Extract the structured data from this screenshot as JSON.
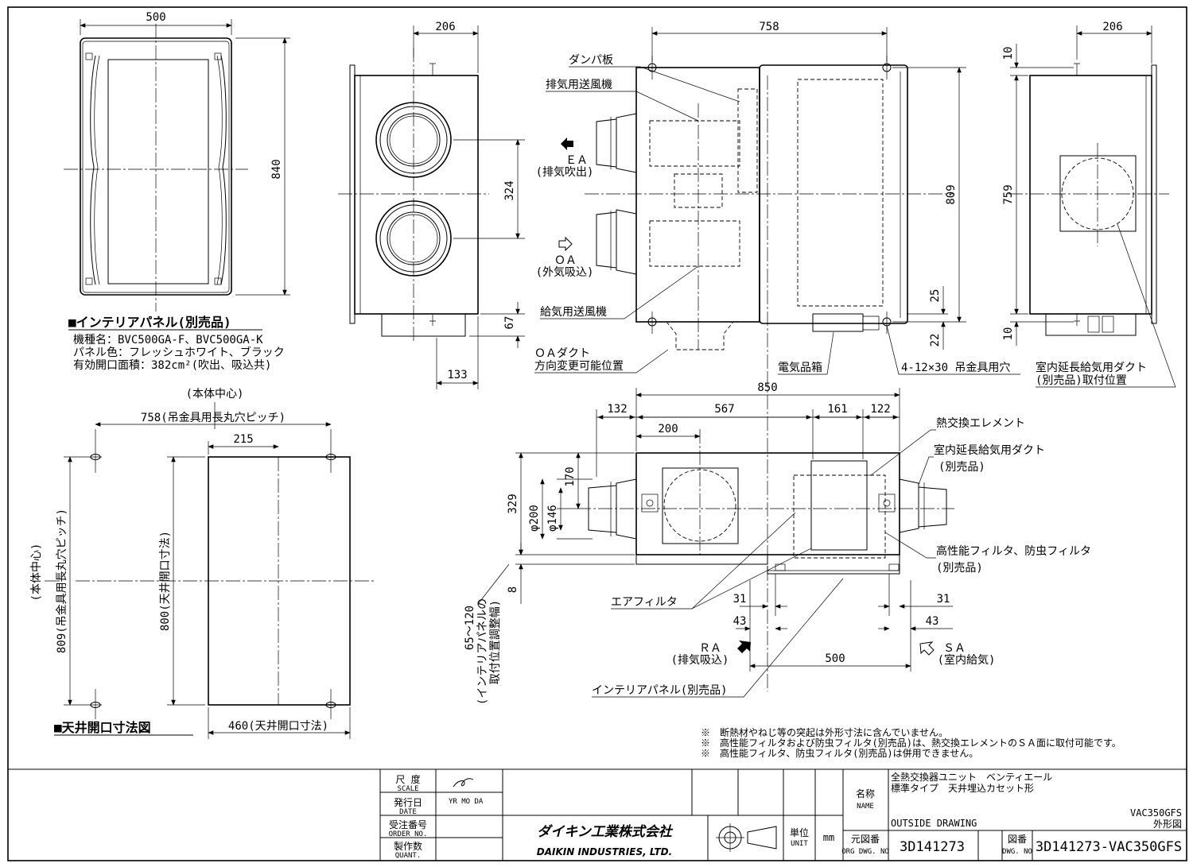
{
  "dims": {
    "top_500": "500",
    "top_840": "840",
    "front_206": "206",
    "front_324": "324",
    "front_67": "67",
    "front_133": "133",
    "plan_758": "758",
    "plan_809": "809",
    "plan_25": "25",
    "plan_22": "22",
    "side_206": "206",
    "side_10a": "10",
    "side_759": "759",
    "side_10b": "10",
    "bot_850": "850",
    "bot_132": "132",
    "bot_567": "567",
    "bot_161": "161",
    "bot_122": "122",
    "bot_200": "200",
    "bot_170": "170",
    "bot_329": "329",
    "bot_d200": "φ200",
    "bot_d146": "φ146",
    "bot_8": "8",
    "bot_31a": "31",
    "bot_43a": "43",
    "bot_31b": "31",
    "bot_43b": "43",
    "bot_500": "500",
    "bot_65_120": "65～120",
    "ceil_center_top": "(本体中心)",
    "ceil_758": "758(吊金具用長丸穴ピッチ)",
    "ceil_215": "215",
    "ceil_center_left": "(本体中心)",
    "ceil_809": "809(吊金具用長丸穴ピッチ)",
    "ceil_800": "800(天井開口寸法)",
    "ceil_460": "460(天井開口寸法)"
  },
  "labels": {
    "damper": "ダンパ板",
    "exhaust_fan": "排気用送風機",
    "ea_code": "ＥＡ",
    "ea_desc": "(排気吹出)",
    "oa_code": "ＯＡ",
    "oa_desc": "(外気吸込)",
    "supply_fan": "給気用送風機",
    "oa_duct_1": "ＯＡダクト",
    "oa_duct_2": "方向変更可能位置",
    "elec_box": "電気品箱",
    "hanger_hole": "4-12×30 吊金具用穴",
    "indoor_duct_pos_1": "室内延長給気用ダクト",
    "indoor_duct_pos_2": "(別売品)取付位置",
    "heat_element": "熱交換エレメント",
    "indoor_duct_1": "室内延長給気用ダクト",
    "indoor_duct_2": "(別売品)",
    "hp_filter_1": "高性能フィルタ、防虫フィルタ",
    "hp_filter_2": "(別売品)",
    "air_filter": "エアフィルタ",
    "ra_code": "ＲＡ",
    "ra_desc": "(排気吸込)",
    "sa_code": "ＳＡ",
    "sa_desc": "(室内給気)",
    "interior_panel": "インテリアパネル(別売品)",
    "panel_adjust_1": "(インテリアパネルの",
    "panel_adjust_2": "取付位置調整幅)"
  },
  "panel_section": {
    "heading": "■インテリアパネル(別売品)",
    "model": "機種名：BVC500GA-F、BVC500GA-K",
    "color": "パネル色：フレッシュホワイト、ブラック",
    "area": "有効開口面積：382cm²(吹出、吸込共)"
  },
  "ceiling_section": {
    "heading": "■天井開口寸法図"
  },
  "notes": [
    "※　断熱材やねじ等の突起は外形寸法に含んでいません。",
    "※　高性能フィルタおよび防虫フィルタ(別売品)は、熱交換エレメントのＳＡ面に取付可能です。",
    "※　高性能フィルタ、防虫フィルタ(別売品)は併用できません。"
  ],
  "title_block": {
    "scale_jp": "尺 度",
    "scale_en": "SCALE",
    "date_jp": "発行日",
    "date_en": "DATE",
    "date_fields": "YR  MO  DA",
    "order_jp": "受注番号",
    "order_en": "ORDER NO.",
    "quant_jp": "製作数",
    "quant_en": "QUANT.",
    "company_jp": "ダイキン工業株式会社",
    "company_en": "DAIKIN INDUSTRIES, LTD.",
    "unit_jp": "単位",
    "unit_en": "UNIT",
    "unit_val": "mm",
    "name_jp": "名称",
    "name_en": "NAME",
    "title_line1": "全熱交換器ユニット　ベンティエール",
    "title_line2": "標準タイプ　天井埋込カセット形",
    "outside_drawing": "OUTSIDE DRAWING",
    "model_code": "VAC350GFS",
    "drawing_type": "外形図",
    "orig_jp": "元図番",
    "orig_en": "ORG DWG. NO",
    "orig_no": "3D141273",
    "dwg_jp": "図番",
    "dwg_en": "DWG. NO",
    "dwg_no": "3D141273-VAC350GFS"
  }
}
